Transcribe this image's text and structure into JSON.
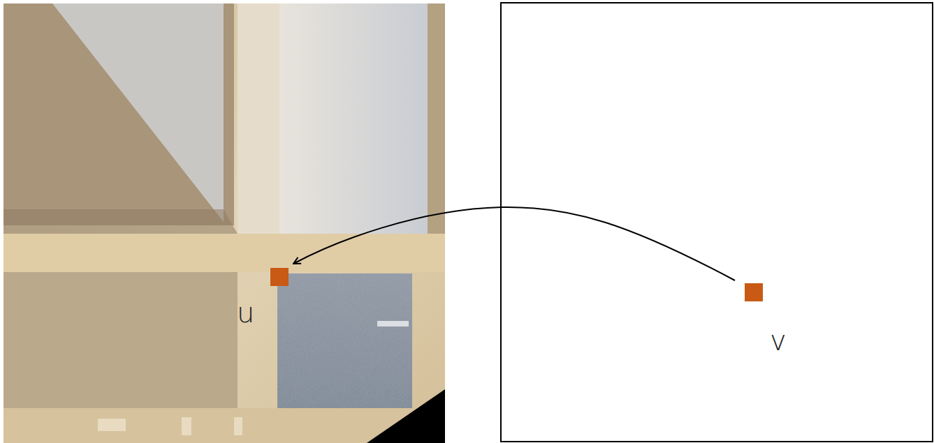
{
  "diagram": {
    "nodes": [
      {
        "text": [
          "u"
        ]
      },
      {
        "text": [
          "v"
        ]
      }
    ],
    "edges": [
      {
        "from": 1,
        "to": 0,
        "arrow": "to"
      }
    ]
  }
}
